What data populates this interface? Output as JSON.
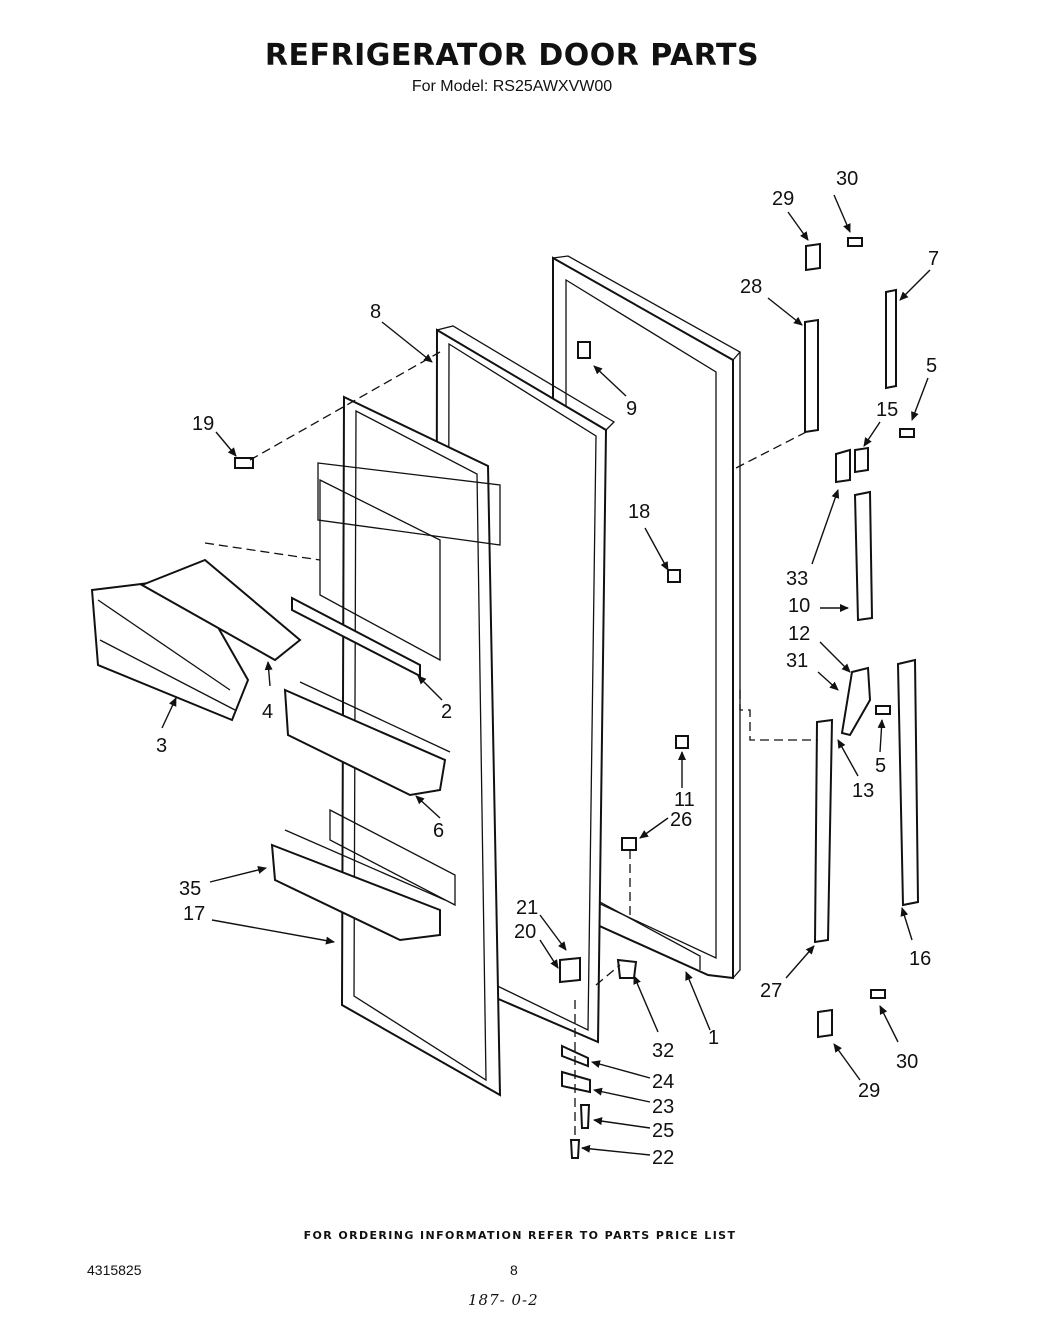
{
  "header": {
    "title": "REFRIGERATOR DOOR PARTS",
    "subtitle": "For Model: RS25AWXVW00"
  },
  "callouts": [
    "30",
    "29",
    "7",
    "28",
    "8",
    "5",
    "15",
    "9",
    "19",
    "18",
    "33",
    "10",
    "12",
    "31",
    "4",
    "2",
    "3",
    "5",
    "13",
    "11",
    "6",
    "26",
    "35",
    "17",
    "21",
    "20",
    "16",
    "27",
    "32",
    "1",
    "24",
    "30",
    "23",
    "29",
    "25",
    "22"
  ],
  "footer": {
    "ordering_note": "FOR ORDERING INFORMATION REFER TO PARTS PRICE LIST",
    "doc_number": "4315825",
    "page_number": "8",
    "handwritten_note": "187- 0-2"
  }
}
